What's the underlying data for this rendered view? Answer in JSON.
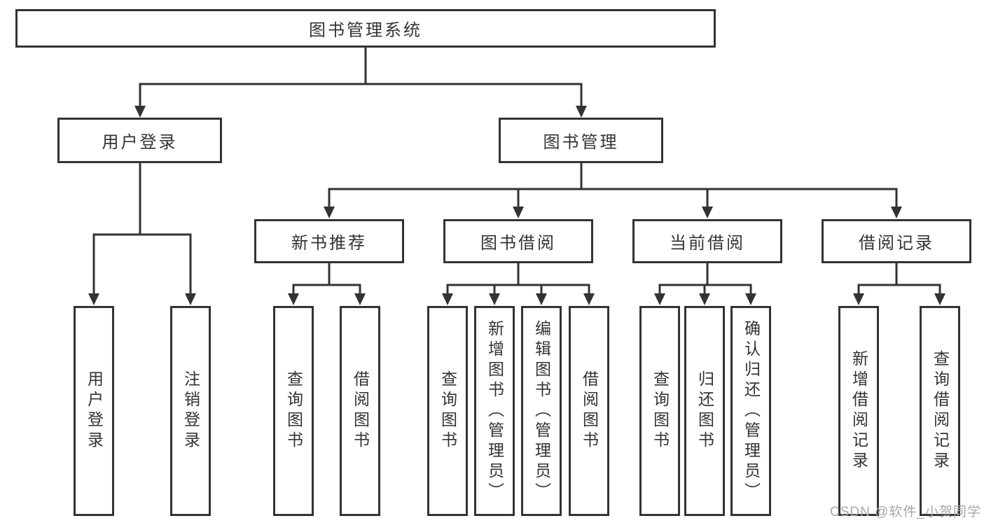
{
  "tree": {
    "label": "图书管理系统",
    "children": [
      {
        "label": "用户登录",
        "children": [
          {
            "label": "用户登录"
          },
          {
            "label": "注销登录"
          }
        ]
      },
      {
        "label": "图书管理",
        "children": [
          {
            "label": "新书推荐",
            "children": [
              {
                "label": "查询图书"
              },
              {
                "label": "借阅图书"
              }
            ]
          },
          {
            "label": "图书借阅",
            "children": [
              {
                "label": "查询图书"
              },
              {
                "label": "新增图书（管理员）"
              },
              {
                "label": "编辑图书（管理员）"
              },
              {
                "label": "借阅图书"
              }
            ]
          },
          {
            "label": "当前借阅",
            "children": [
              {
                "label": "查询图书"
              },
              {
                "label": "归还图书"
              },
              {
                "label": "确认归还（管理员）"
              }
            ]
          },
          {
            "label": "借阅记录",
            "children": [
              {
                "label": "新增借阅记录"
              },
              {
                "label": "查询借阅记录"
              }
            ]
          }
        ]
      }
    ]
  },
  "watermark": {
    "text": "CSDN @软件_小贺同学"
  },
  "colors": {
    "line": "#333333",
    "border": "#333333",
    "text": "#333333",
    "watermark": "#a8a8a8",
    "background": "#ffffff"
  }
}
